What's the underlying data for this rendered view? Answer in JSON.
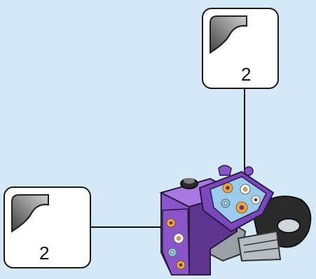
{
  "callouts": [
    {
      "id": "top",
      "quantity": "2"
    },
    {
      "id": "left",
      "quantity": "2"
    }
  ],
  "colors": {
    "background": "#d4e9f7",
    "brick_purple": "#8a55c9",
    "brick_purple_dark": "#5e358f",
    "technic_gray": "#9aa0a6",
    "technic_black": "#2b2b2b",
    "flower_orange": "#f1a63c",
    "flower_white": "#f7f7f7",
    "flower_blue": "#7fc2ea"
  },
  "icons": [
    "sticker-sheet-icon",
    "sticker-sheet-icon"
  ]
}
